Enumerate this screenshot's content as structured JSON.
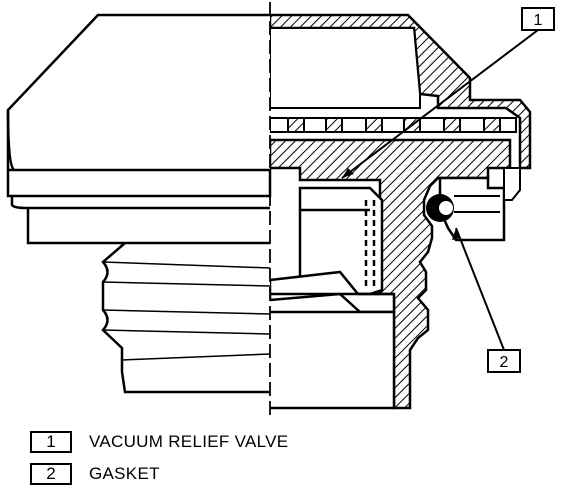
{
  "callouts": [
    {
      "number": "1",
      "label": "VACUUM RELIEF VALVE"
    },
    {
      "number": "2",
      "label": "GASKET"
    }
  ],
  "colors": {
    "line": "#000000",
    "background": "#ffffff"
  }
}
